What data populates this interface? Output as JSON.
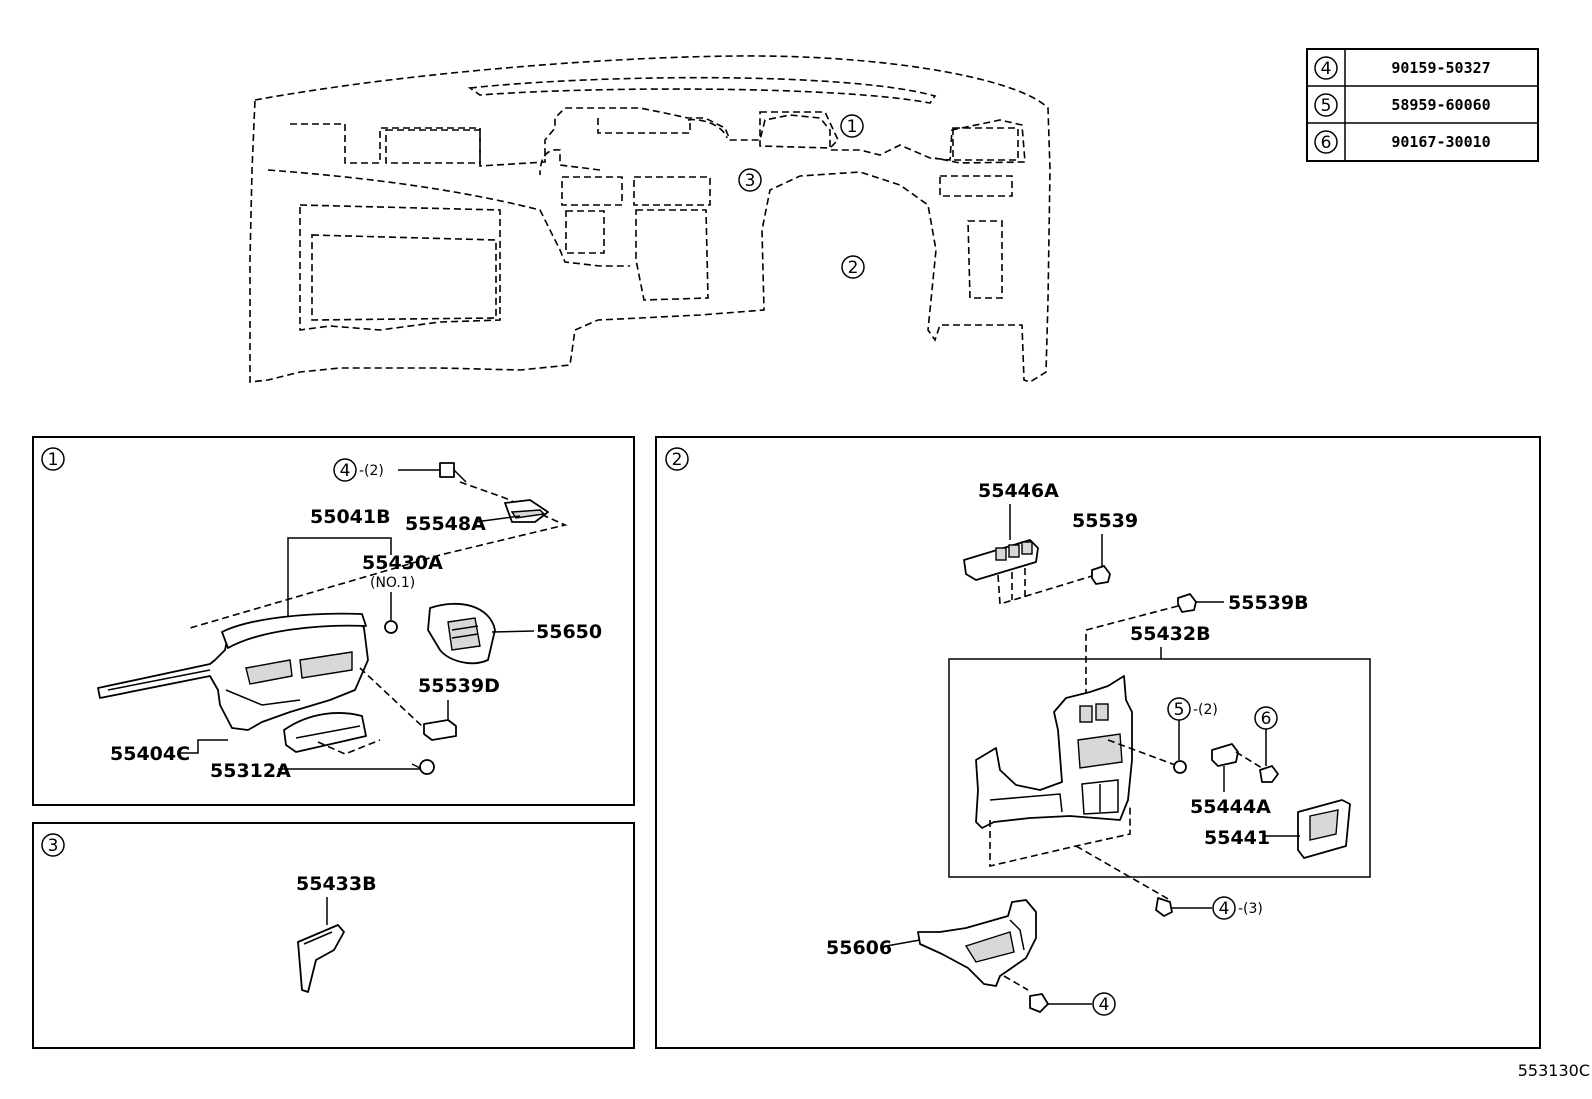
{
  "diagram_id": "553130C",
  "fastener_table": [
    {
      "ref": "4",
      "part": "90159-50327"
    },
    {
      "ref": "5",
      "part": "58959-60060"
    },
    {
      "ref": "6",
      "part": "90167-30010"
    }
  ],
  "overview": {
    "callouts": [
      "1",
      "2",
      "3"
    ]
  },
  "panel1": {
    "number": "1",
    "labels": {
      "p55041B": "55041B",
      "p55548A": "55548A",
      "p55430A": "55430A",
      "p55430A_note": "(NO.1)",
      "p55650": "55650",
      "p55539D": "55539D",
      "p55404C": "55404C",
      "p55312A": "55312A",
      "screw4": "4",
      "screw4_qty": "-(2)"
    }
  },
  "panel2": {
    "number": "2",
    "labels": {
      "p55446A": "55446A",
      "p55539": "55539",
      "p55539B": "55539B",
      "p55432B": "55432B",
      "screw5": "5",
      "screw5_qty": "-(2)",
      "screw6": "6",
      "p55444A": "55444A",
      "p55441": "55441",
      "screw4a": "4",
      "screw4a_qty": "-(3)",
      "p55606": "55606",
      "screw4b": "4"
    }
  },
  "panel3": {
    "number": "3",
    "labels": {
      "p55433B": "55433B"
    }
  }
}
